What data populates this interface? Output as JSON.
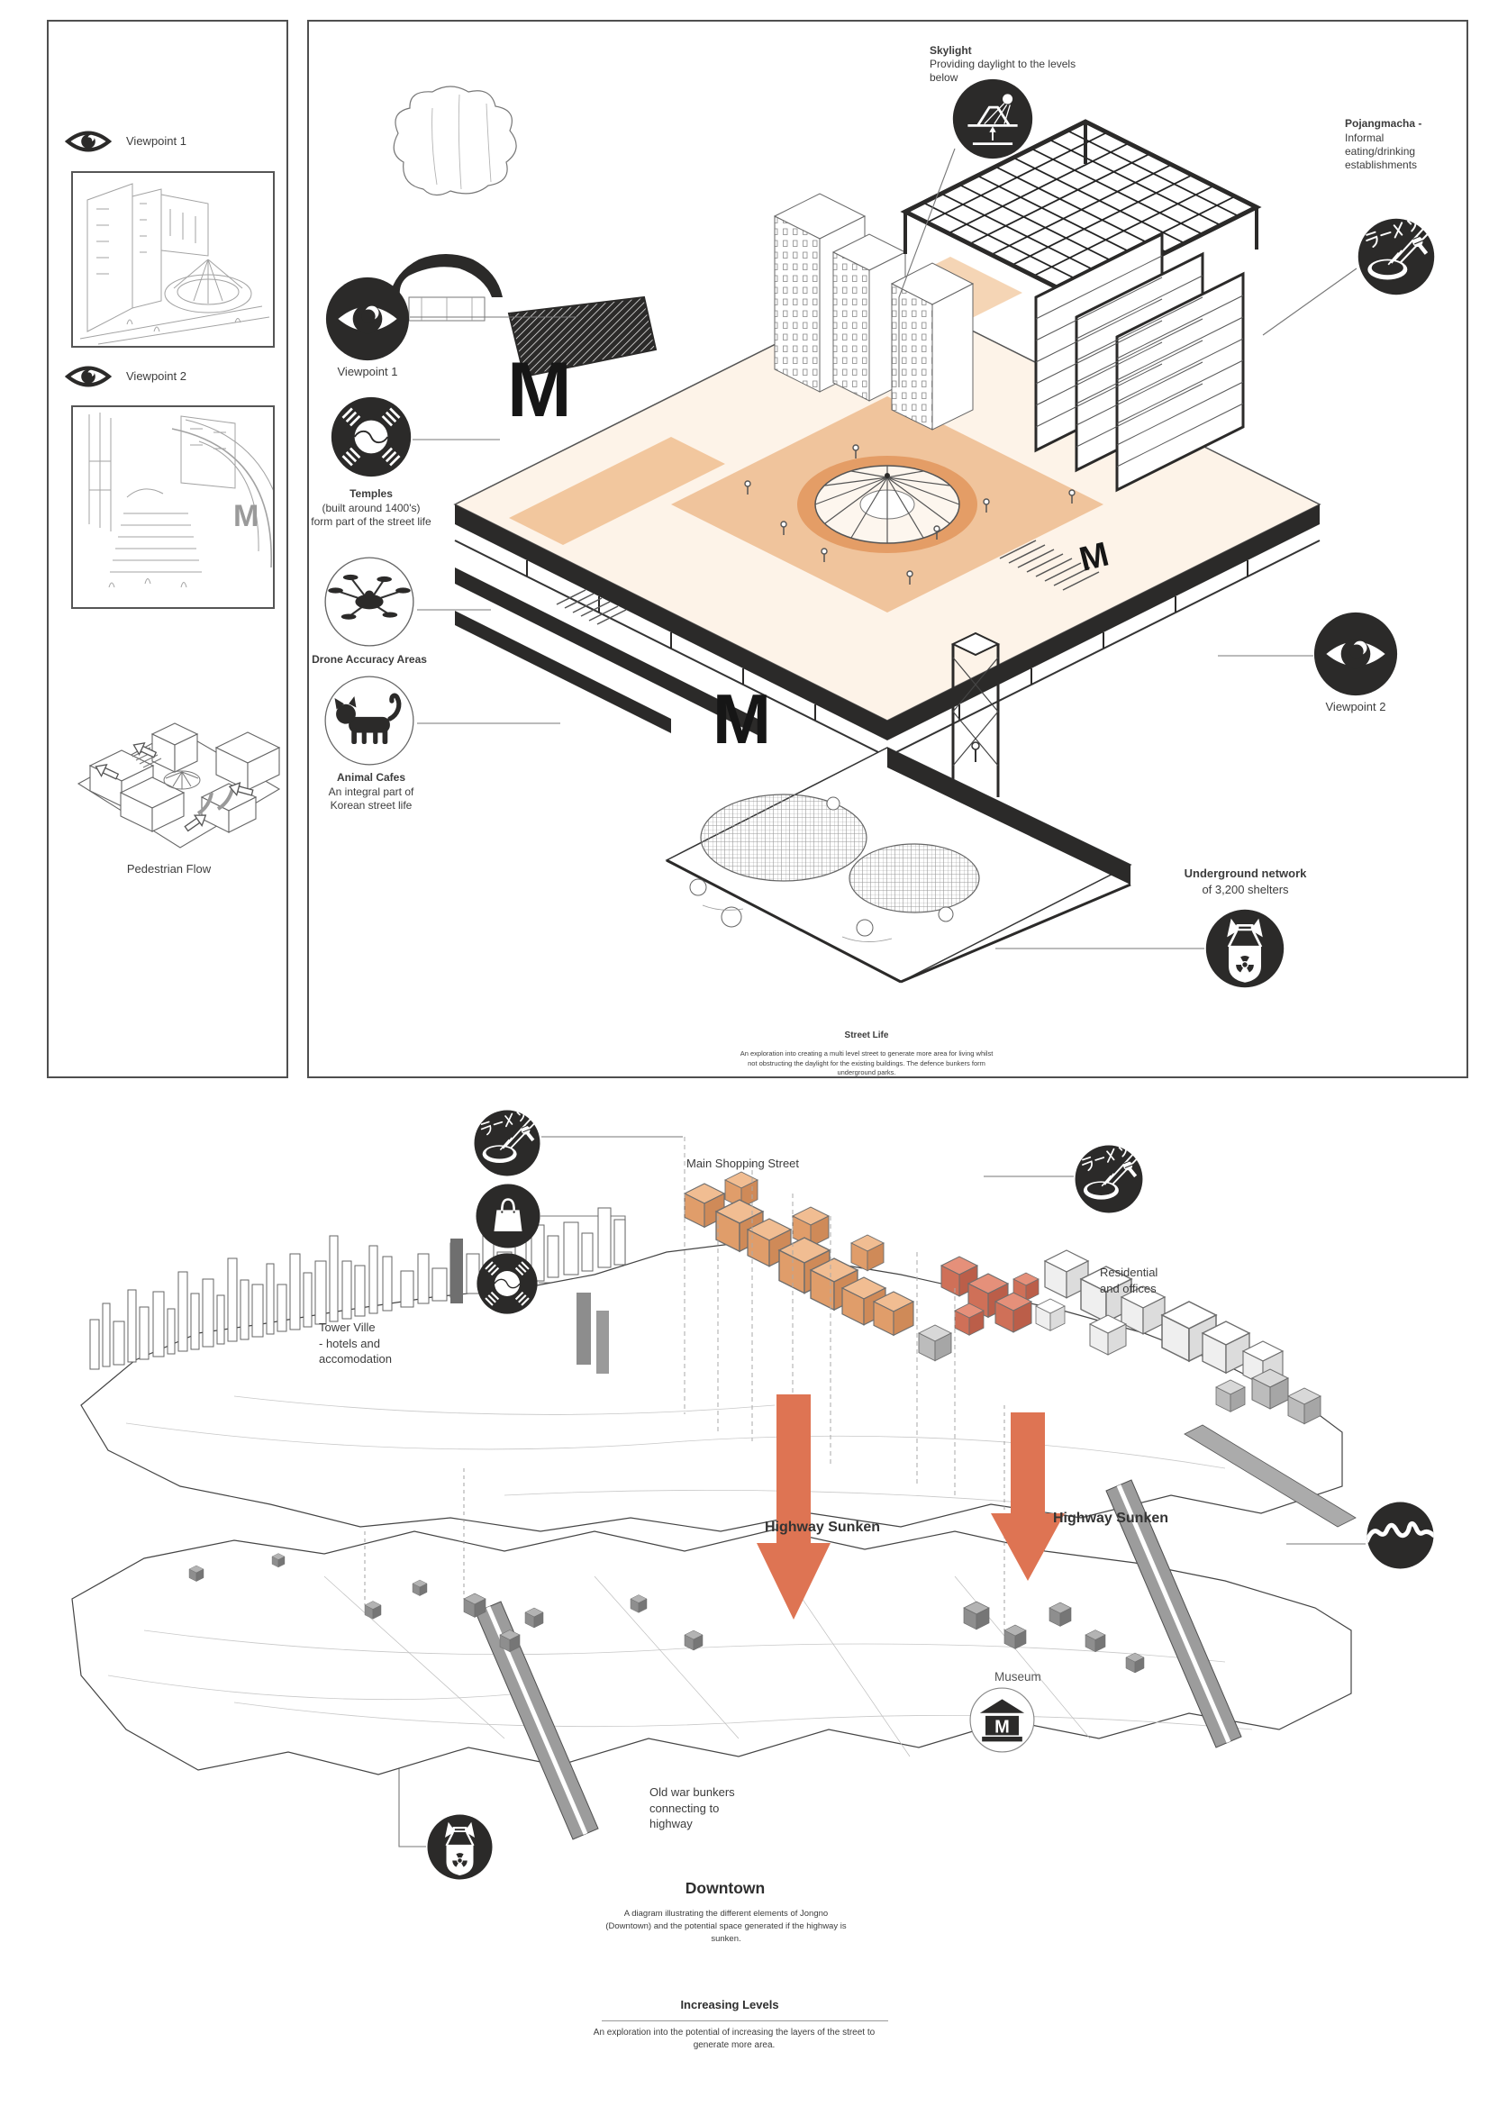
{
  "colors": {
    "ink": "#2b2a29",
    "panel_border": "#4f4f4f",
    "orange_floor": "#f0c49c",
    "orange_deep": "#e49d66",
    "arrow_orange": "#de7453",
    "gray_highway": "#9c9c9c"
  },
  "m_logo": "M",
  "icons": {
    "ramen_sign_text": "ラーメン",
    "museum_m": "M"
  },
  "street_life": {
    "sidebar": {
      "viewpoint1_label": "Viewpoint 1",
      "viewpoint2_label": "Viewpoint 2",
      "pedestrian_flow_label": "Pedestrian Flow"
    },
    "annotations": {
      "skylight": {
        "title": "Skylight",
        "desc": "Providing daylight to the levels below"
      },
      "pojangmacha": {
        "title": "Pojangmacha -",
        "desc": "Informal eating/drinking establishments"
      },
      "viewpoint1": {
        "label": "Viewpoint 1"
      },
      "temples": {
        "title": "Temples",
        "lines": [
          "(built around 1400's)",
          "form part of the street life"
        ]
      },
      "drone": {
        "title": "Drone Accuracy Areas"
      },
      "animal_cafes": {
        "title": "Animal Cafes",
        "lines": [
          "An integral part of",
          "Korean street life"
        ]
      },
      "viewpoint2": {
        "label": "Viewpoint 2"
      },
      "underground": {
        "title": "Underground network",
        "subtitle": "of 3,200 shelters"
      }
    },
    "caption": {
      "title": "Street Life",
      "body": "An exploration into creating a multi level street to generate more area for living whilst not obstructing the daylight for the existing buildings. The defence bunkers form underground parks."
    }
  },
  "downtown": {
    "labels": {
      "main_shopping_street": "Main Shopping Street",
      "tower_ville": [
        "Tower Ville",
        "- hotels and",
        "accomodation"
      ],
      "residential": [
        "Residential",
        "and offices"
      ],
      "highway_sunken_left": "Highway Sunken",
      "highway_sunken_right": "Highway Sunken",
      "museum": "Museum",
      "old_war_bunkers": [
        "Old war bunkers",
        "connecting to",
        "highway"
      ]
    },
    "caption": {
      "title": "Downtown",
      "body": "A diagram illustrating the different elements of Jongno (Downtown) and the potential space generated if the highway is sunken."
    }
  },
  "increasing_levels": {
    "title": "Increasing Levels",
    "body": "An exploration into the potential of increasing the layers of the street to generate more area."
  }
}
